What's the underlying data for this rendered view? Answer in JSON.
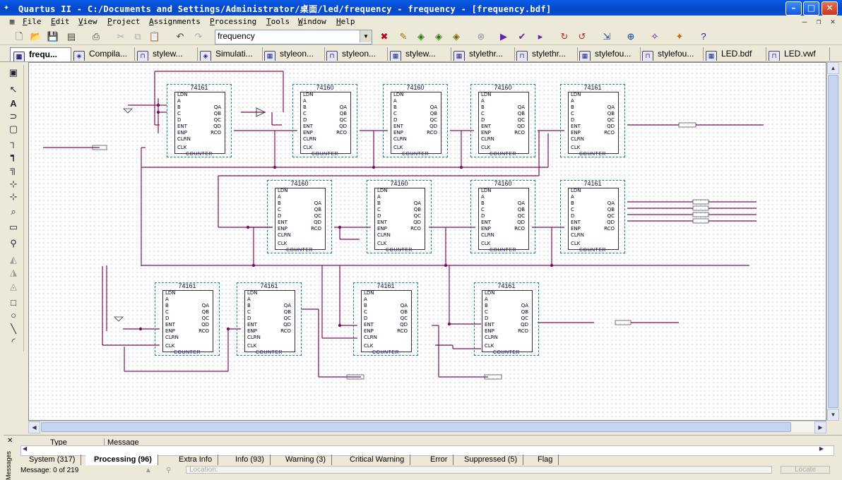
{
  "window": {
    "title": "Quartus II - C:/Documents and Settings/Administrator/桌面/led/frequency - frequency - [frequency.bdf]",
    "minimize": "–",
    "maximize": "□",
    "close": "✕"
  },
  "menu": {
    "items": [
      "File",
      "Edit",
      "View",
      "Project",
      "Assignments",
      "Processing",
      "Tools",
      "Window",
      "Help"
    ],
    "mdi_minimize": "–",
    "mdi_restore": "❐",
    "mdi_close": "✕"
  },
  "toolbar": {
    "project_value": "frequency"
  },
  "doc_tabs": [
    "frequ...",
    "Compila...",
    "stylew...",
    "Simulati...",
    "styleon...",
    "styleon...",
    "stylew...",
    "stylethr...",
    "stylethr...",
    "stylefou...",
    "stylefou...",
    "LED.bdf",
    "LED.vwf"
  ],
  "chips": {
    "row1": [
      "74161",
      "74160",
      "74160",
      "74160",
      "74161"
    ],
    "row2": [
      "74160",
      "74160",
      "74160",
      "74161"
    ],
    "row3": [
      "74161",
      "74161",
      "74161",
      "74161"
    ],
    "pins": [
      "LDN",
      "A",
      "B",
      "C",
      "D",
      "ENT",
      "ENP",
      "CLRN",
      "CLK"
    ],
    "outs": [
      "QA",
      "QB",
      "QC",
      "QD",
      "RCO"
    ],
    "footer": "COUNTER"
  },
  "messages": {
    "col_type": "Type",
    "col_message": "Message",
    "tabs": [
      "System (317)",
      "Processing (96)",
      "Extra Info",
      "Info (93)",
      "Warning (3)",
      "Critical Warning",
      "Error",
      "Suppressed (5)",
      "Flag"
    ],
    "active_tab": "Processing (96)",
    "status": "Message: 0 of 219",
    "location_placeholder": "Location:",
    "locate_label": "Locate",
    "side_label": "Messages"
  },
  "colors": {
    "titlebar": "#0a5ce8",
    "wire": "#7a1060",
    "net_label": "#0a8a0a",
    "chip_border": "#0a8a8a"
  }
}
